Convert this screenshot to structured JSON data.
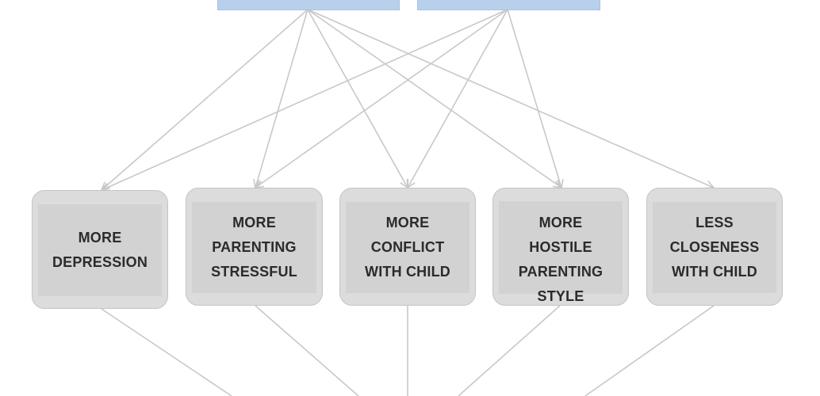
{
  "diagram": {
    "top_nodes": [
      {
        "id": "top-left",
        "label": ""
      },
      {
        "id": "top-right",
        "label": ""
      }
    ],
    "outcome_nodes": [
      {
        "id": "depression",
        "lines": [
          "MORE",
          "DEPRESSION"
        ]
      },
      {
        "id": "parenting-stressful",
        "lines": [
          "MORE",
          "PARENTING",
          "STRESSFUL"
        ]
      },
      {
        "id": "conflict-with-child",
        "lines": [
          "MORE",
          "CONFLICT",
          "WITH CHILD"
        ]
      },
      {
        "id": "hostile-parenting-style",
        "lines": [
          "MORE",
          "HOSTILE",
          "PARENTING",
          "STYLE"
        ]
      },
      {
        "id": "less-closeness-with-child",
        "lines": [
          "LESS",
          "CLOSENESS",
          "WITH CHILD"
        ]
      }
    ],
    "colors": {
      "top_box_fill": "#b8d0ec",
      "node_fill": "#dcdcdc",
      "node_inner_fill": "#d2d2d2",
      "connector": "#c8c8c8",
      "text": "#2b2b2b"
    }
  }
}
